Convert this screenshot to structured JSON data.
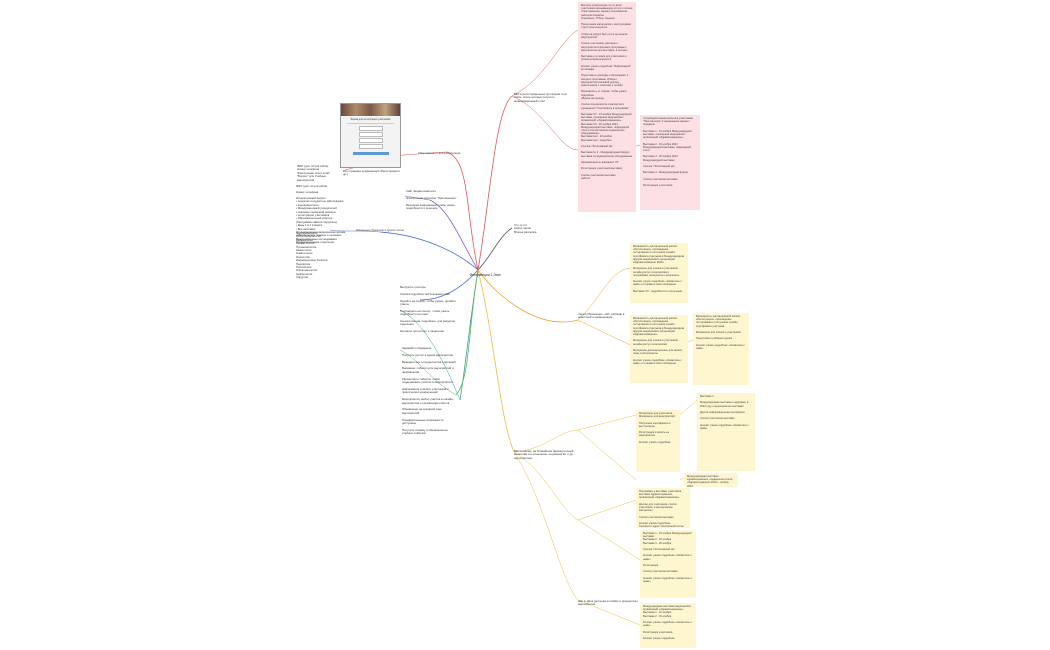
{
  "center": {
    "label": "Интервенции 1-Этап"
  },
  "screenshot": {
    "title": "Форма для регистрации участников"
  },
  "left": {
    "top_label": "Сбор скриншот для регистрации",
    "panel_label": "Все страницы конференции (Регистрация и др.)",
    "form_notes": "ФИО (для титула сайта)\nНомер телефона\nЭлектронная почта email\n\"Вопрос\" для Учебных мероприятий",
    "fields_title": "ФИО (для титула сайта)",
    "fields_sub": "Номер телефона",
    "fields_list": "Интересующий вопрос\n• сердечно-сосудистые заболевания\n• эндокринология\n• Международный учредителей\n• оказание первичной помощи\n• регистрация участников\n• Образовательный кластер (Программа «Школа хирургии»)\n• День 1 в 1 2 марта\n• Все выставки\nОрганизационно-медицинская форма «Медицинская помощь и лечение»\nМеждународные исследования\nОрганизационные отделения",
    "side_list": "Эндокринология\nГастроэнтерология\nКардиология\nРевматология\nПульмонология\nНеврология\nГематология\nОнкология\nИнфекционные болезни\nПедиатрия\nПсихиатрия\nОфтальмология\nНефрология\nХирургия",
    "mid_labels": "Сайт формы визитного\n\nЭлектронная рассылка \"Приглашение\"\n\nВыходная информация, чтобы узнать подробности и решение",
    "lower_label": "Начальные брезенты и другие почты",
    "bottom_list": "Выгрузить триггеры\n\nСсылка подробностей Ключевой ответ\n\nПерейти на ссылку: чтобы узнать, делайте ответы\n\nПодтвердить на ссылку: чтобы узнать подробности на ответ\n\nСсылка письма, подробнее, для разделов отделения\n\nКонтакты для коллег и пациентов",
    "bottom_list2": "Задавайте обращение\n\nПолучить доступ в одном мероприятии\n\nВыведите все сотрудничества отделений\n\nВнимание: события для мероприятий и направлений\n\nРассмотрите события, чтобы поддерживать участие в мероприятиях\n\nИнформация и запись участников и практических конференций\n\nМероприятия: выбор участия в онлайн-мероприятии и организация ответов\n\nОбновление на основной зоне мероприятий\n\nПредварительные возможности доступные\n\nПолучить справку и обновления на учебных событиях"
  },
  "right": {
    "branch1_label": "ВКС в регистрационных при форме и на сайте, после которых получить информационный отчёт",
    "pink_top": "Выслать электронную почту всем участникам оказывающим услуги о пользе «Приглашения» своему пользователю рассылки Сервисы\n(Серийные, Отбор, Оценка)\n\nПрисылание материалов с инструкциями и доступом конгресса\n\nЧтобы на ресурс был учтен до начала мероприятий\n\nСписок участников, доклады и мероприятия в формате программы к\nмероприятию при выставке, в которых\n\nВыставка и условия для участников и организаторов конгресса\n\nКонтакт узнать подробнее \"Информация\" во вкладке\n\nПодготовка и доклады к обсуждению: 1 конгресс программы, Обзоры: мероприятия ключевой доклад, практические с ответами и онлайн\n\nВозможность от членов, чтобы узнать подробнее\n«Время на проезд»\n\nСписок специалистов и экспертов и учреждения \"Участвовать в программе\"\n\nВыставка ХХ - 15 ноября Международной выставки, оснащения медицинских организаций «Здравоохранение»\nВыставка ХХ - 16 ноября 2024 Международной выставки, подводящей итоги «Отечественное медицинское оборудование»\nВыставка №2 - 20 ноября\nВыставка №3 - подробно\n\nСсылка: Пятиэтажный зал\n\nВыставка № 3 - Международный форум\nвыставка по медицинскому оборудованию\n\nНаправленность внимания: ХХ\n\nРегистрация участников выставки\n\nСписок участников выставки\nработы",
    "pink_mid": "Сопроводительная рассылка участникам \"Приглашение\" в назначенное время с порядком\n\nВыставка 1 - 15 ноября Международной выставки, оснащения медицинских организаций «Здравоохранение»\n\nВыставка 2 - 16 ноября 2024 Международной выставки, подводящей итоги\n\nВыставка 3 - 20 ноября 2024 Международной выставки\n\nСсылка: Пятиэтажный зал\n\nВыставка 4 - Международный форум\n\nСписок участников выставки\n\nРегистрация участников",
    "branch2_label": "Что-то тот\nНабор шагов\nВторая рассылка",
    "yellow1": "Возможность дистанционной записи «Регистрация», прохождение тестирования и получения онлайн-сертификата участника в Международном форуме медицинских организаций «Здравоохранение 2024»\n\nМатериалы для членов и участников, онлайн доступ к конгрессам и программам, материалы и результаты\n\nКонтакт узнать подробнее «Свяжитесь с нами» и отправьте своё сообщение\n\nВыставка ХХ - подробности о получении",
    "yellow_branch_label": "Через Обновление, сайт, вебинар в новостной и конференции",
    "yellow2": "Возможность дистанционной записи «Регистрация», прохождение тестирования и получения онлайн сертификата участника в Международном форуме медицинских организаций «Здравоохранение»\n\nМатериалы для членов и участников, онлайн доступ к конгрессам\n\nМатериалы дополнительные для записи, темы и инструменты\n\nКонтакт узнать подробнее «Свяжитесь с нами» и отправьте своё сообщение",
    "yellow3": "Возможность дистанционной записи «Регистрация», прохождение тестирования и получения онлайн сертификата участника\n\nМатериалы для членов и участников\n\nПодготовка к учёбным курсам\n\nКонтакт узнать подробнее «Свяжитесь с нами»",
    "yellow4": "Материалы для участников\nМатериалы для мероприятий\n\nПолучение сертификата и выступления\n\nРегистрация и запись на мероприятие\n\nКонтакт узнать подробнее",
    "branch3_label": "ВКС в нашем, на ближайшем (время) полный моментам и в отношении, на данном кв. и др. мероприятиях",
    "yellow5": "Выставка 1\n\nМеждународная выставка о здоровье, в 2024 году и мероприятиях выставки\n\nДругие информационные материалы\n\nСписок участников выставки\n\nКонтакт узнать подробнее «Свяжитесь с нами»",
    "yellow6": "Международная выставка здравоохранения, подведение итогов «Здравоохранение 2024» - ноябрь 2024",
    "yellow7": "Программы и выставки участников, выставки здравоохранения, организаций «Здравоохранение»\n\nДоклад для участников, список участников, и методические материалы\n\nСписок участников выставки\n\nКонтакт узнать подробнее\nТелефон и адрес электронной почты",
    "yellow8": "Выставка 1 - 15 ноября Международной выставки\nВыставка 2 - 16 ноября\nВыставка 3 - 20 ноября\n\nСсылка: Пятиэтажный зал\n\nКонтакт узнать подробнее «Свяжитесь с нами»\n\nРегистрация\n\nСписок участников выставки\n\nКонтакт узнать подробнее «Свяжитесь с нами»",
    "yellow9": "Международная выставка медицинских организаций «Здравоохранение»\nВыставка 1 - 15 ноября\nВыставка 2 - 16 ноября\n\nКонтакт узнать подробнее «Свяжитесь с нами»\n\nРегистрация участников\n\nКонтакт узнать подробнее",
    "yellow_bottom_label": "Шаг 4. Дата рассылки в ноябре и процентного мероприятия"
  }
}
